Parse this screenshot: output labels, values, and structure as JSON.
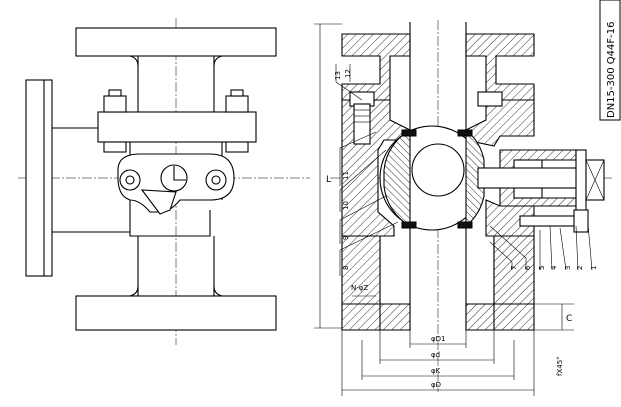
{
  "model_code": "DN15-300 Q44F-16",
  "part_numbers": [
    "1",
    "2",
    "3",
    "4",
    "5",
    "6",
    "7",
    "8",
    "9",
    "10",
    "11",
    "12",
    "13"
  ],
  "dimensions": {
    "length": "L",
    "connection": "C",
    "bolt_holes": "N-φZ",
    "chamfer": "fX45°",
    "d1": "φD1",
    "d": "φd",
    "k": "φK",
    "D": "φD"
  },
  "colors": {
    "line": "#000000",
    "background": "#ffffff",
    "hatch": "#000000"
  }
}
